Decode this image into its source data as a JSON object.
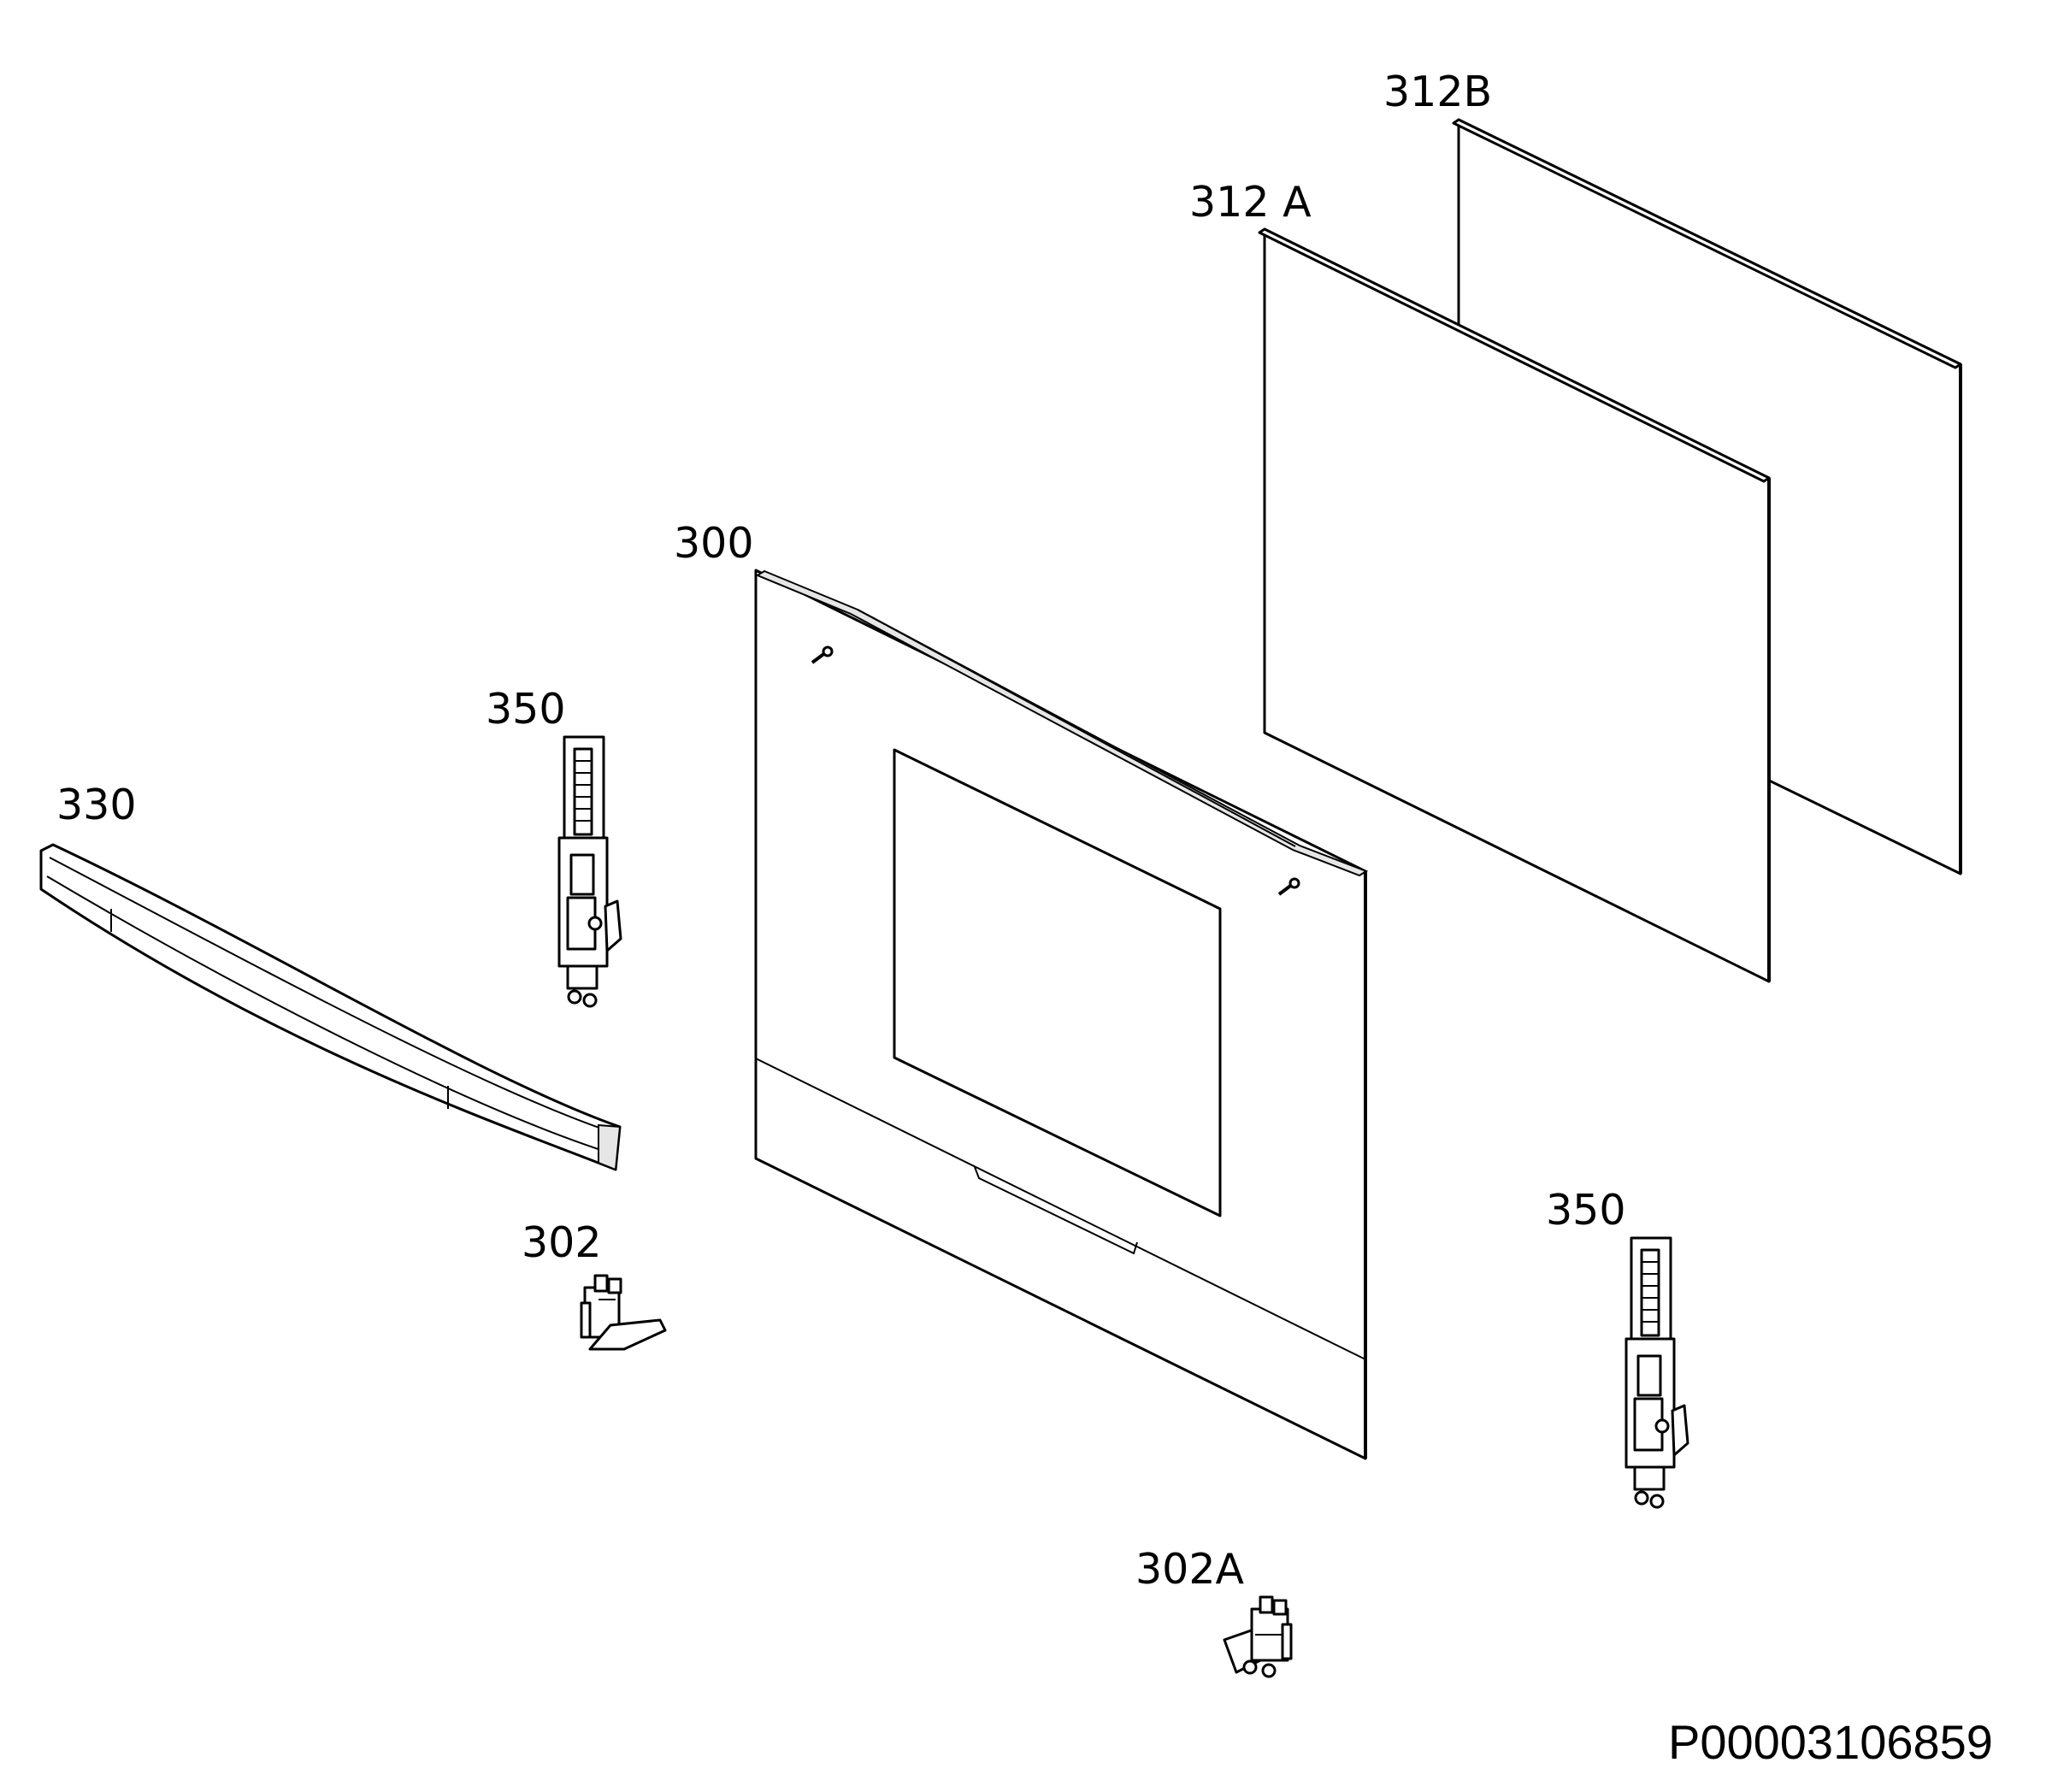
{
  "labels": {
    "glass_312b": "312B",
    "glass_312a": "312 A",
    "door_panel_300": "300",
    "hinge_350_left": "350",
    "handle_330": "330",
    "clip_302": "302",
    "hinge_350_right": "350",
    "clip_302a": "302A"
  },
  "reference_number": "P00003106859",
  "colors": {
    "line": "#000000",
    "background": "#ffffff"
  }
}
